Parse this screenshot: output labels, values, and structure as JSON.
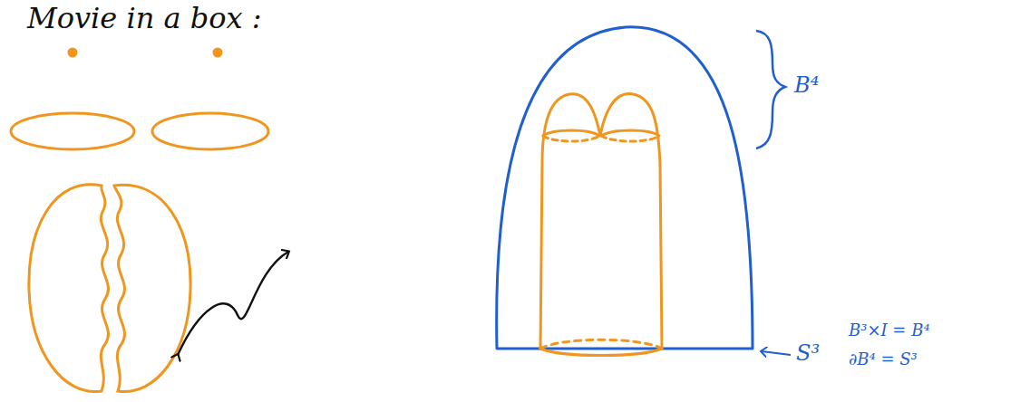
{
  "diagram": {
    "title": "Movie in a box :",
    "labels": [
      "B⁴",
      "S³",
      "B³×I = B⁴",
      "∂B⁴ = S³"
    ]
  }
}
